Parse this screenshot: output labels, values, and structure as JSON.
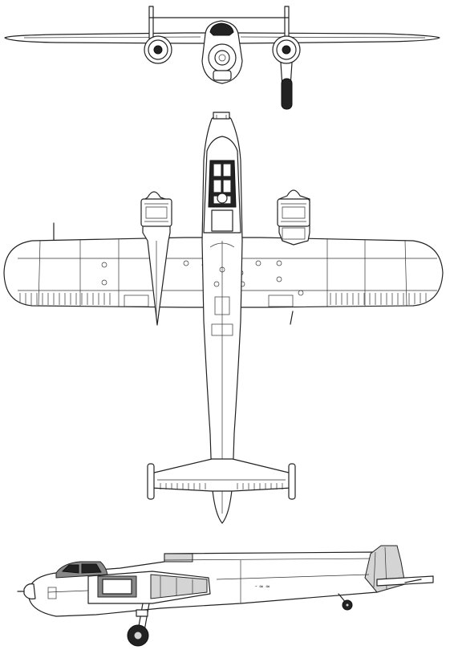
{
  "drawing": {
    "views": [
      "front",
      "top",
      "side"
    ],
    "line_color": "#222222",
    "background": "#ffffff",
    "side_label": "- ≈ ≈"
  }
}
